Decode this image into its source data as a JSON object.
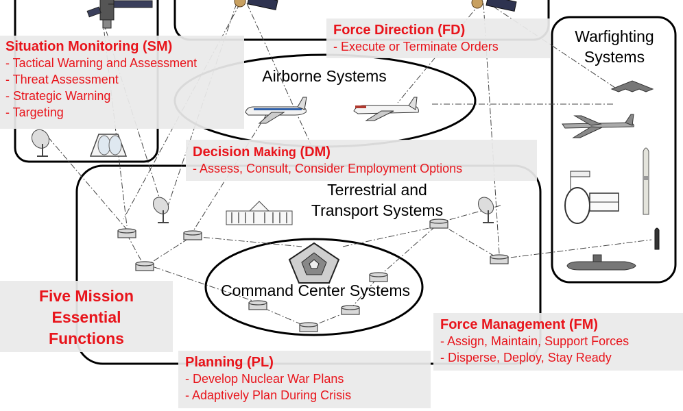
{
  "colors": {
    "accent_red": "#e8141b",
    "panel_gray": "#eaeaea",
    "outline": "#000000"
  },
  "groups": {
    "airborne": "Airborne Systems",
    "warfighting_line1": "Warfighting",
    "warfighting_line2": "Systems",
    "terrestrial_line1": "Terrestrial and",
    "terrestrial_line2": "Transport Systems",
    "command_center": "Command Center Systems"
  },
  "five_functions": {
    "line1": "Five Mission",
    "line2": "Essential",
    "line3": "Functions"
  },
  "functions": {
    "sm": {
      "title": "Situation Monitoring (SM)",
      "items": [
        "- Tactical Warning and Assessment",
        "- Threat Assessment",
        "- Strategic Warning",
        "- Targeting"
      ]
    },
    "fd": {
      "title": "Force Direction (FD)",
      "items": [
        "- Execute or Terminate Orders"
      ]
    },
    "dm": {
      "title_main": "Decision ",
      "title_small": "Making",
      "title_tail": " (DM)",
      "items": [
        "- Assess, Consult, Consider Employment Options"
      ]
    },
    "fm": {
      "title": "Force Management (FM)",
      "items": [
        "- Assign, Maintain, Support Forces",
        "- Disperse, Deploy, Stay Ready"
      ]
    },
    "pl": {
      "title": "Planning (PL)",
      "items": [
        "- Develop Nuclear War Plans",
        "- Adaptively Plan During Crisis"
      ]
    }
  },
  "icons": [
    "satellite-icon",
    "radar-dish-icon",
    "radome-icon",
    "jet-airliner-icon",
    "stealth-bomber-icon",
    "bomber-icon",
    "missile-icon",
    "missile-silo-icon",
    "submarine-icon",
    "white-house-icon",
    "pentagon-icon",
    "network-node-icon"
  ]
}
